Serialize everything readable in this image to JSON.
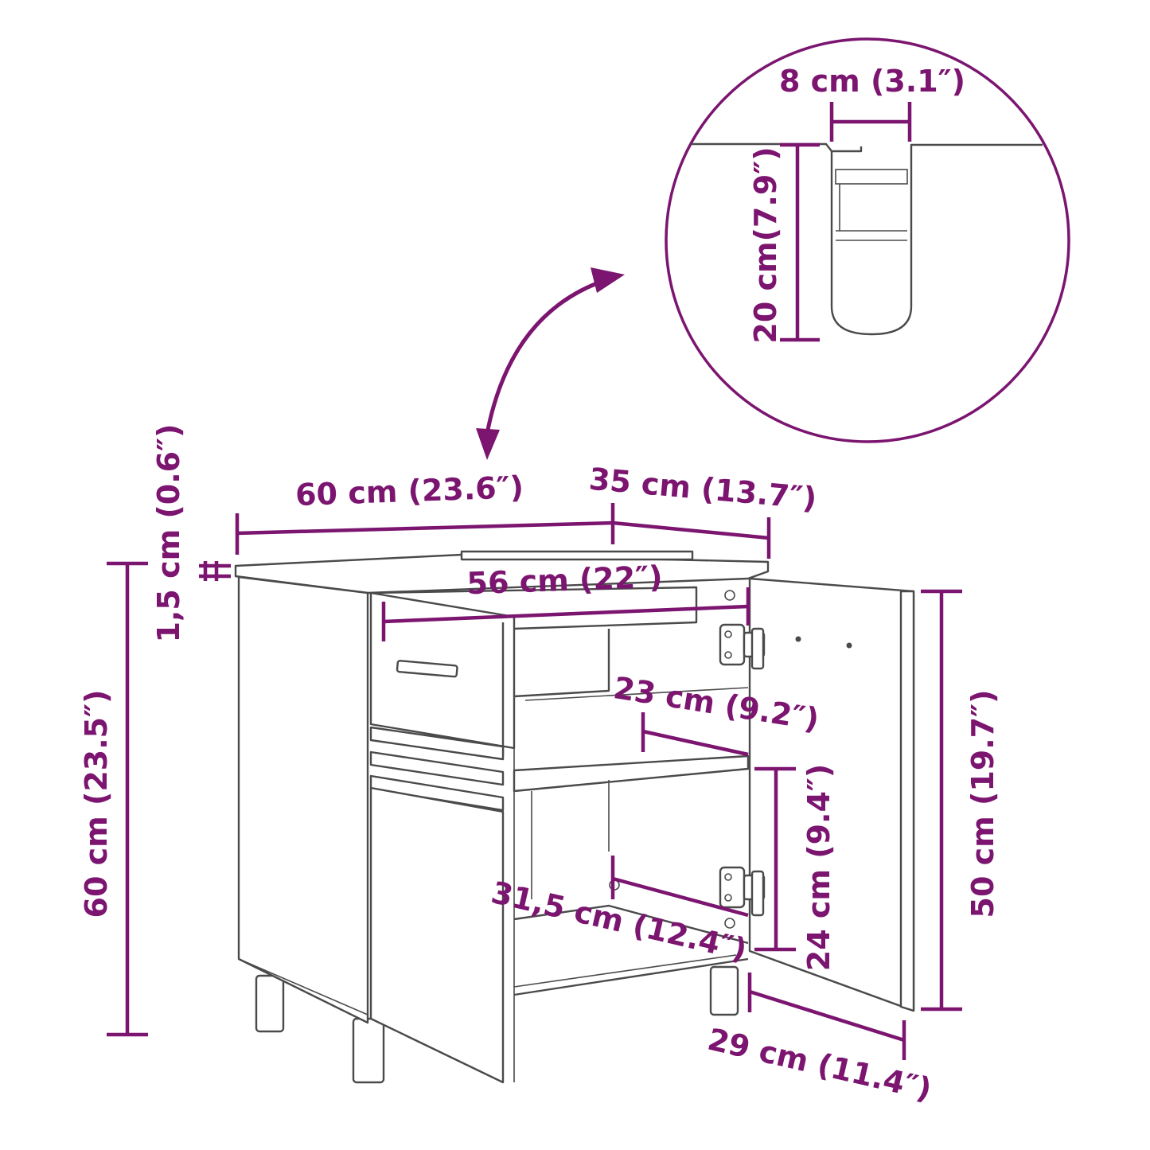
{
  "colors": {
    "dimension": "#7b1570",
    "outline": "#4a4a4a",
    "background": "#ffffff"
  },
  "dimensions": {
    "width_top": "60 cm (23.6″)",
    "depth_top": "35 cm (13.7″)",
    "top_thickness": "1,5 cm (0.6″)",
    "drawer_width": "56 cm (22″)",
    "shelf_depth": "23 cm (9.2″)",
    "shelf_clearance": "24 cm (9.4″)",
    "inner_depth": "31,5 cm (12.4″)",
    "door_width": "29 cm (11.4″)",
    "total_height": "60 cm (23.5″)",
    "door_height": "50 cm (19.7″)",
    "cutout_width": "8 cm (3.1″)",
    "cutout_height": "20 cm(7.9″)"
  }
}
